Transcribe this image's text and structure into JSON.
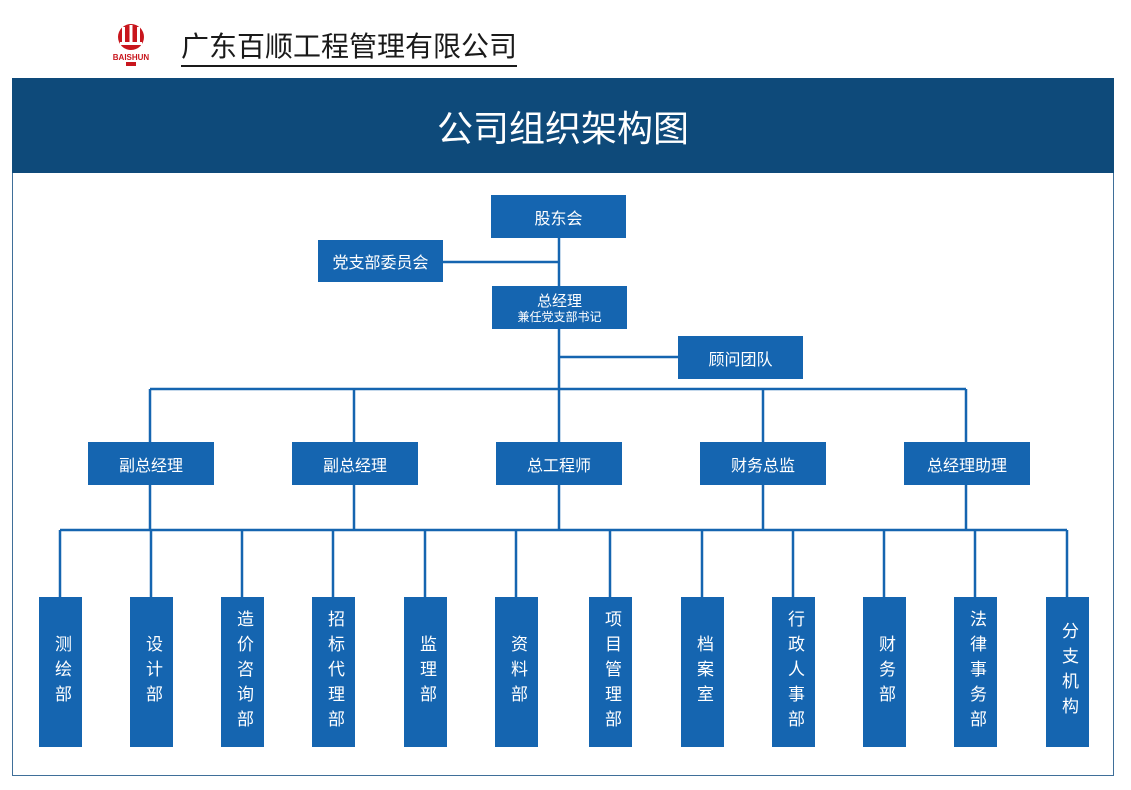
{
  "header": {
    "logo_text": "BAISHUN",
    "company_name": "广东百顺工程管理有限公司"
  },
  "banner": {
    "title": "公司组织架构图"
  },
  "org": {
    "shareholders": "股东会",
    "party_committee": "党支部委员会",
    "general_manager": "总经理",
    "general_manager_sub": "兼任党支部书记",
    "advisors": "顾问团队",
    "executives": [
      "副总经理",
      "副总经理",
      "总工程师",
      "财务总监",
      "总经理助理"
    ],
    "departments": [
      "测绘部",
      "设计部",
      "造价咨询部",
      "招标代理部",
      "监理部",
      "资料部",
      "项目管理部",
      "档案室",
      "行政人事部",
      "财务部",
      "法律事务部",
      "分支机构"
    ]
  },
  "colors": {
    "banner": "#0e4a7a",
    "box": "#1565b0",
    "line": "#1565b0"
  }
}
